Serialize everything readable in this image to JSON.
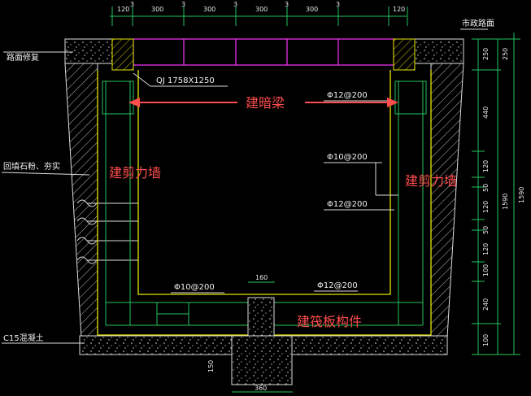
{
  "top_dimensions": [
    "120",
    "3",
    "300",
    "3",
    "300",
    "3",
    "300",
    "3",
    "300",
    "3",
    "120"
  ],
  "right_dimensions": {
    "outer": [
      "250",
      "440",
      "120",
      "50",
      "120",
      "50",
      "120",
      "100",
      "240",
      "100"
    ],
    "totals": [
      "250",
      "1590"
    ],
    "extra": "1590"
  },
  "labels": {
    "road_repair": "路面修复",
    "backfill": "回填石粉、夯实",
    "c15": "C15混凝土",
    "city_road": "市政路面",
    "qj": "QJ 1758X1250",
    "rebar_top_right": "Φ12@200",
    "rebar_mid_right": "Φ10@200",
    "rebar_low_right": "Φ12@200",
    "rebar_bottom_left": "Φ10@200",
    "rebar_bottom_right": "Φ12@200",
    "dim_160": "160",
    "dim_360": "360",
    "dim_150": "150"
  },
  "annotations": {
    "hidden_beam": "建暗梁",
    "shear_wall_left": "建剪力墙",
    "shear_wall_right": "建剪力墙",
    "raft_member": "建筏板构件"
  },
  "colors": {
    "accent_red": "#ff4d4d",
    "green": "#22c55e",
    "yellow": "#e6e600",
    "magenta": "#ff33ff"
  }
}
